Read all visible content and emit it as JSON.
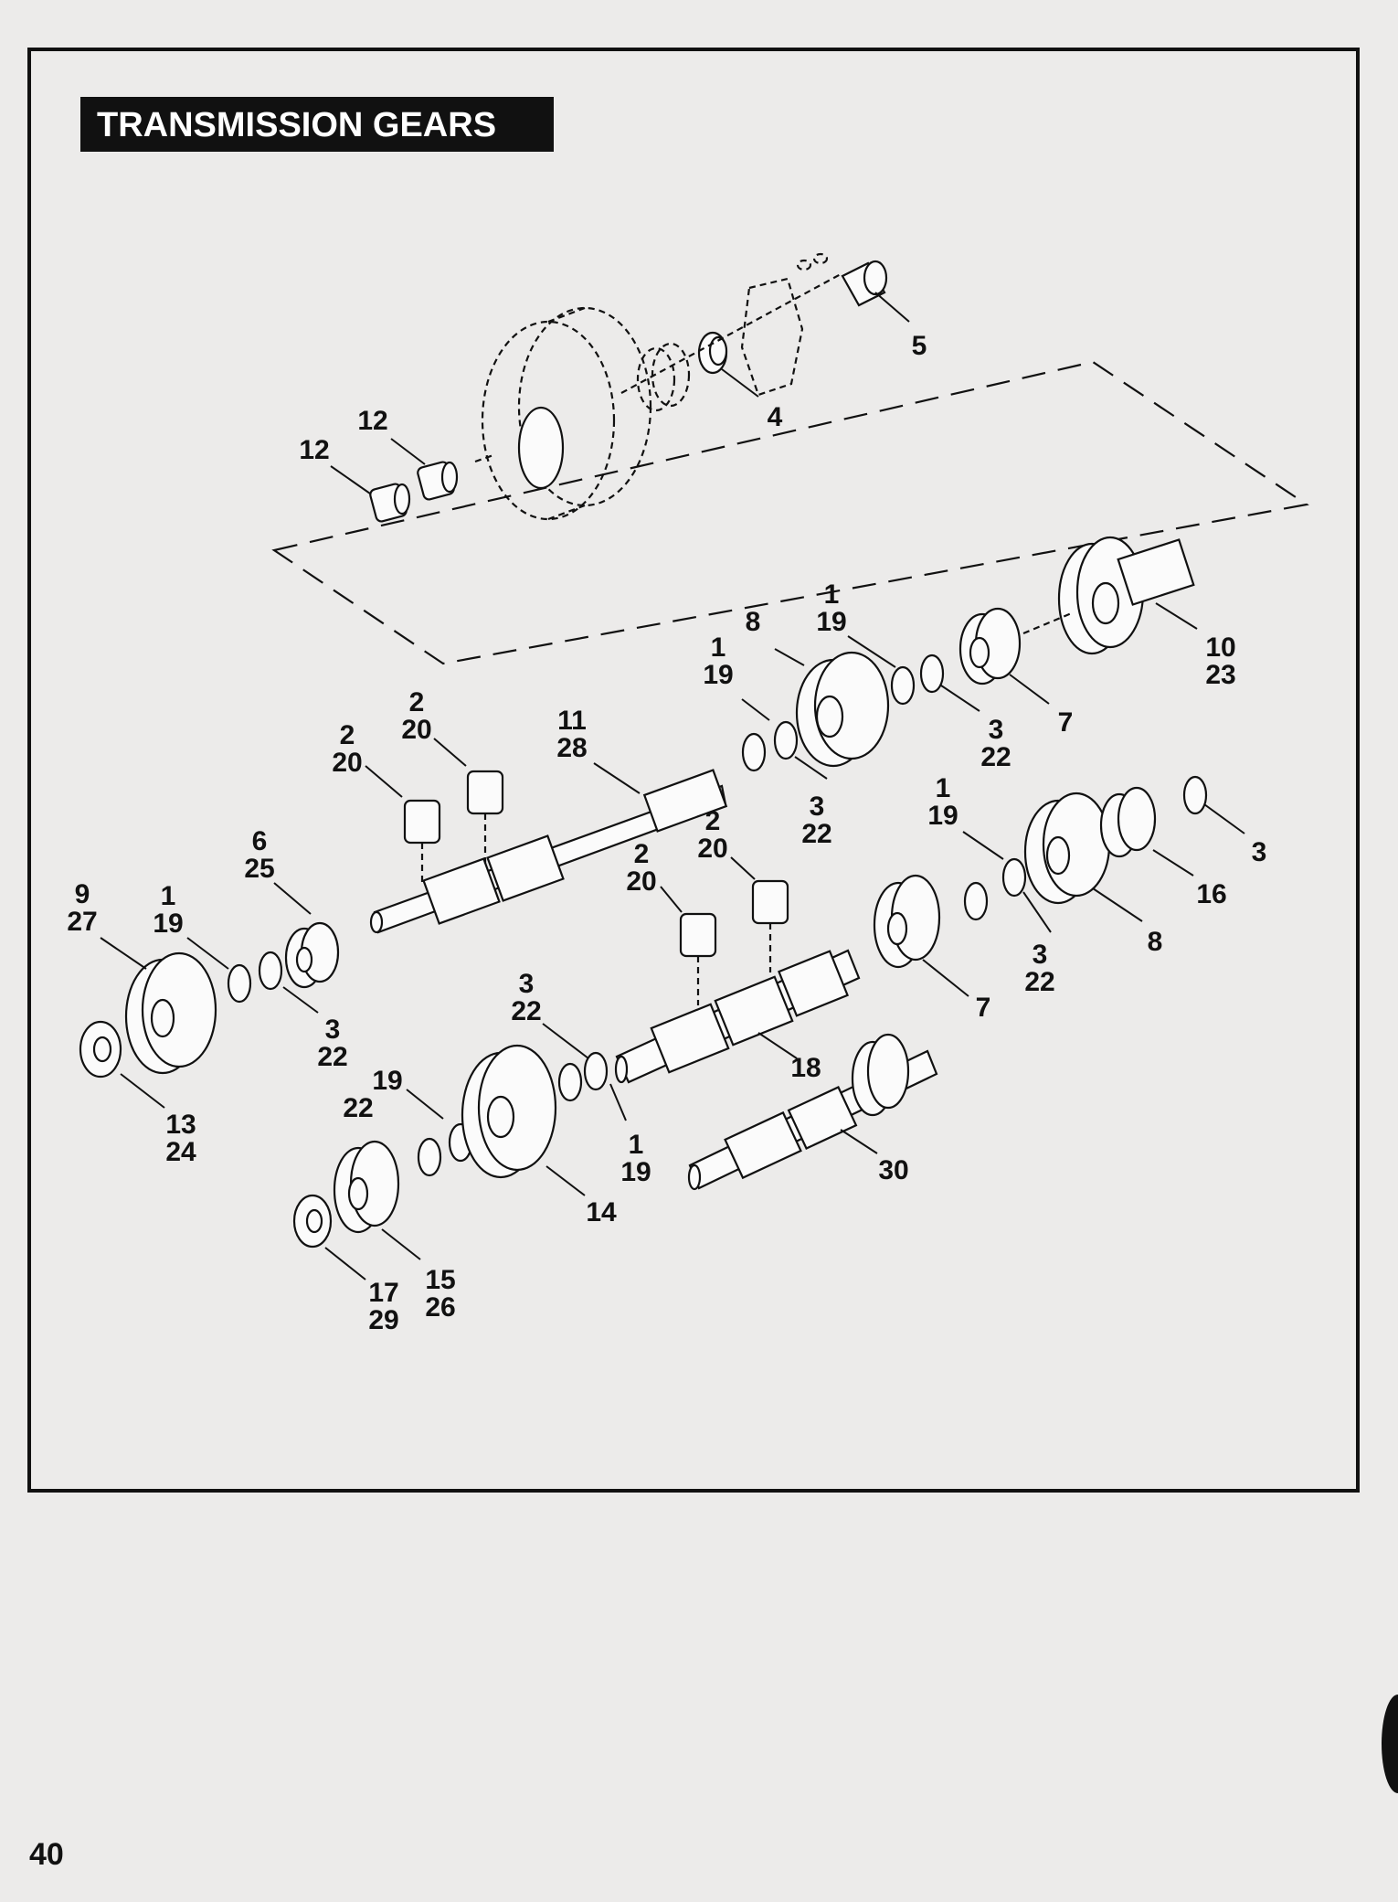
{
  "title": "TRANSMISSION GEARS",
  "page_number": "40",
  "callouts": [
    {
      "id": "c5",
      "lines": [
        "5"
      ]
    },
    {
      "id": "c4",
      "lines": [
        "4"
      ]
    },
    {
      "id": "c12a",
      "lines": [
        "12"
      ]
    },
    {
      "id": "c12b",
      "lines": [
        "12"
      ]
    },
    {
      "id": "c10",
      "lines": [
        "10",
        "23"
      ]
    },
    {
      "id": "c7top",
      "lines": [
        "7"
      ]
    },
    {
      "id": "c1-19-top",
      "lines": [
        "1",
        "19"
      ]
    },
    {
      "id": "c8top",
      "lines": [
        "8"
      ]
    },
    {
      "id": "c1-19-mid",
      "lines": [
        "1",
        "19"
      ]
    },
    {
      "id": "c3-22-top",
      "lines": [
        "3",
        "22"
      ]
    },
    {
      "id": "c3-22-mid",
      "lines": [
        "3",
        "22"
      ]
    },
    {
      "id": "c11",
      "lines": [
        "11",
        "28"
      ]
    },
    {
      "id": "c2-20-a",
      "lines": [
        "2",
        "20"
      ]
    },
    {
      "id": "c2-20-b",
      "lines": [
        "2",
        "20"
      ]
    },
    {
      "id": "c2-20-c",
      "lines": [
        "2",
        "20"
      ]
    },
    {
      "id": "c2-20-d",
      "lines": [
        "2",
        "20"
      ]
    },
    {
      "id": "c6",
      "lines": [
        "6",
        "25"
      ]
    },
    {
      "id": "c9",
      "lines": [
        "9",
        "27"
      ]
    },
    {
      "id": "c1-19-left",
      "lines": [
        "1",
        "19"
      ]
    },
    {
      "id": "c3-22-left",
      "lines": [
        "3",
        "22"
      ]
    },
    {
      "id": "c13",
      "lines": [
        "13",
        "24"
      ]
    },
    {
      "id": "c1-19-right",
      "lines": [
        "1",
        "19"
      ]
    },
    {
      "id": "c3-right",
      "lines": [
        "3"
      ]
    },
    {
      "id": "c16",
      "lines": [
        "16"
      ]
    },
    {
      "id": "c8right",
      "lines": [
        "8"
      ]
    },
    {
      "id": "c3-22-right",
      "lines": [
        "3",
        "22"
      ]
    },
    {
      "id": "c7right",
      "lines": [
        "7"
      ]
    },
    {
      "id": "c18",
      "lines": [
        "18"
      ]
    },
    {
      "id": "c3-22-low",
      "lines": [
        "3",
        "22"
      ]
    },
    {
      "id": "c19-22",
      "lines": [
        "19",
        "22"
      ]
    },
    {
      "id": "c1-19-low",
      "lines": [
        "1",
        "19"
      ]
    },
    {
      "id": "c14",
      "lines": [
        "14"
      ]
    },
    {
      "id": "c30",
      "lines": [
        "30"
      ]
    },
    {
      "id": "c15",
      "lines": [
        "15",
        "26"
      ]
    },
    {
      "id": "c17",
      "lines": [
        "17",
        "29"
      ]
    }
  ]
}
